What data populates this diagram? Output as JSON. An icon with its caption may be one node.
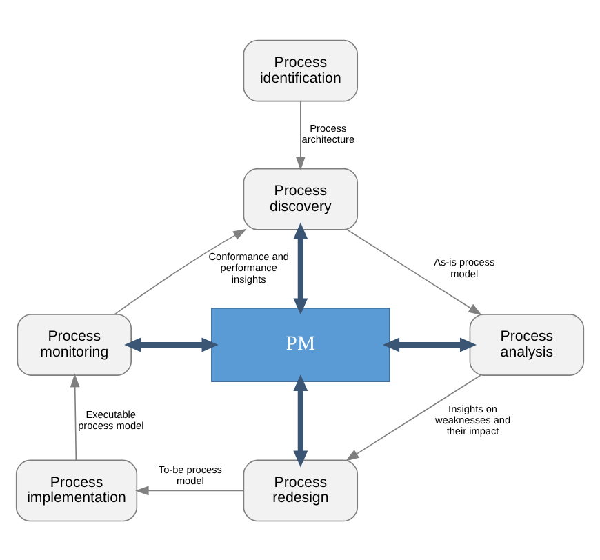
{
  "diagram": {
    "nodes": [
      {
        "text": [
          "Process identification"
        ]
      },
      {
        "text": [
          "Process discovery"
        ]
      },
      {
        "text": [
          "Process analysis"
        ]
      },
      {
        "text": [
          "Process redesign"
        ]
      },
      {
        "text": [
          "Process implementation"
        ]
      },
      {
        "text": [
          "Process monitoring"
        ]
      },
      {
        "text": [
          "PM"
        ]
      }
    ],
    "edges": [
      {
        "from": 0,
        "to": 1,
        "arrow": "to",
        "label": "Process architecture"
      },
      {
        "from": 1,
        "to": 2,
        "arrow": "to",
        "label": "As-is process model"
      },
      {
        "from": 2,
        "to": 3,
        "arrow": "to",
        "label": "Insights on weaknesses and their impact"
      },
      {
        "from": 3,
        "to": 4,
        "arrow": "to",
        "label": "To-be process model"
      },
      {
        "from": 4,
        "to": 5,
        "arrow": "to",
        "label": "Executable process model"
      },
      {
        "from": 5,
        "to": 1,
        "arrow": "to",
        "label": "Conformance and performance insights"
      },
      {
        "from": 6,
        "to": 1,
        "arrow": "both",
        "style": "thick",
        "color": "#3b5575"
      },
      {
        "from": 6,
        "to": 2,
        "arrow": "both",
        "style": "thick",
        "color": "#3b5575"
      },
      {
        "from": 6,
        "to": 3,
        "arrow": "both",
        "style": "thick",
        "color": "#3b5575"
      },
      {
        "from": 6,
        "to": 5,
        "arrow": "both",
        "style": "thick",
        "color": "#3b5575"
      }
    ]
  }
}
